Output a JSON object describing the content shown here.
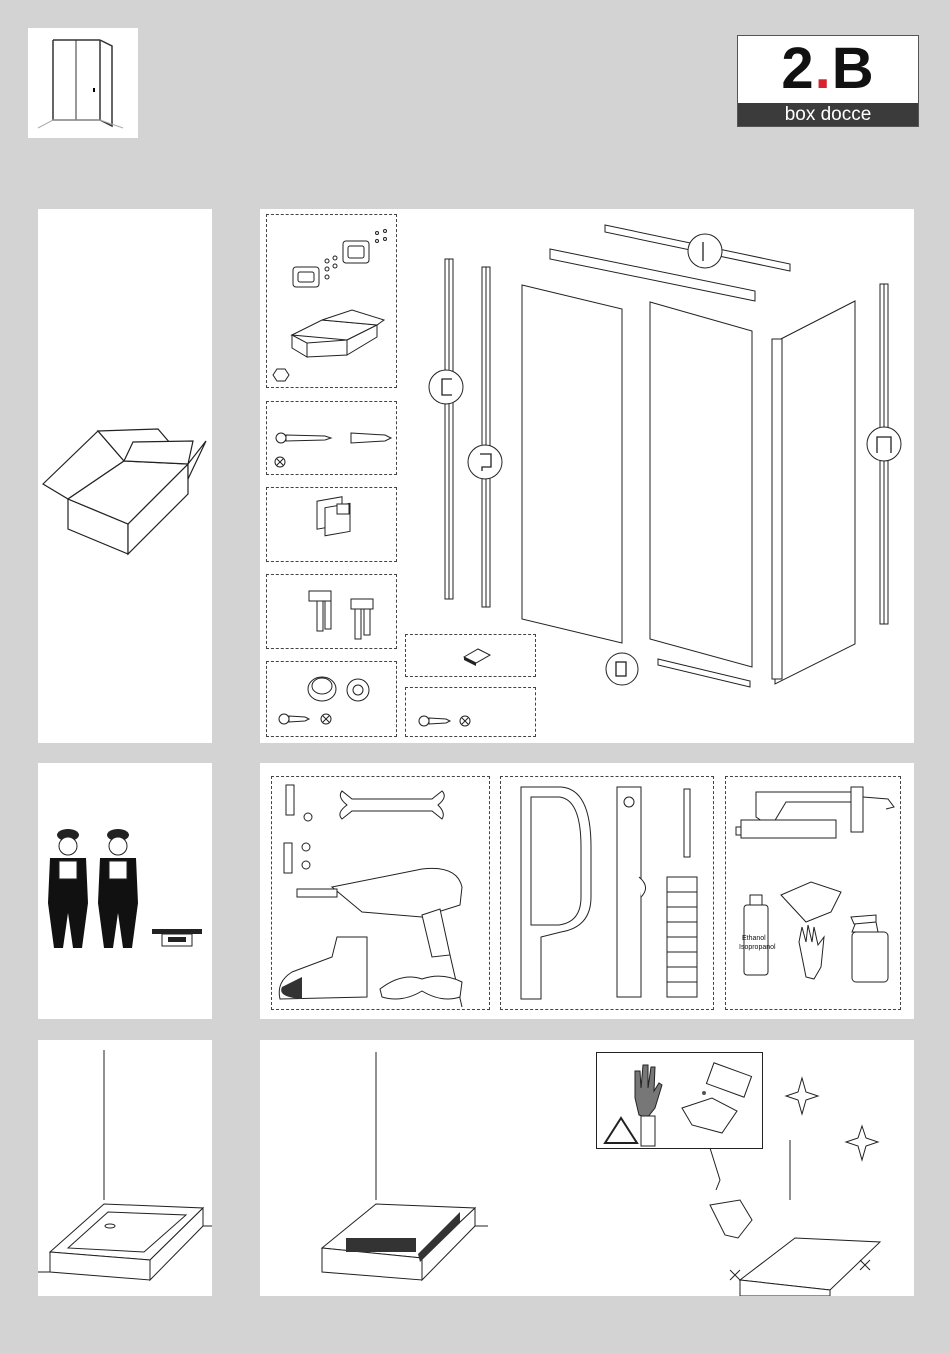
{
  "logo": {
    "brand_number": "2",
    "brand_dot": ".",
    "brand_letter": "B",
    "subtitle": "box docce"
  },
  "cleaning": {
    "bottle_label_line1": "Ethanol",
    "bottle_label_line2": "Isopropanol"
  },
  "colors": {
    "background": "#d3d3d3",
    "panel": "#ffffff",
    "logo_accent": "#d8232a",
    "logo_bar": "#3b3b3b"
  }
}
